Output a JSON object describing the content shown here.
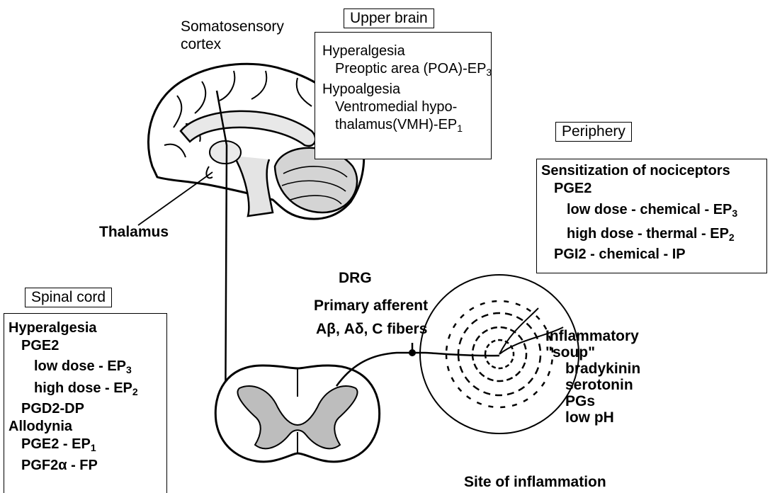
{
  "labels": {
    "somatosensory_line1": "Somatosensory",
    "somatosensory_line2": "cortex",
    "thalamus": "Thalamus",
    "drg": "DRG",
    "primary_afferent": "Primary afferent",
    "fibers": "Aβ, Aδ, C fibers",
    "site_of_inflammation": "Site of inflammation"
  },
  "upper_brain": {
    "header": "Upper brain",
    "hyperalgesia": "Hyperalgesia",
    "poa": "Preoptic area (POA)-EP",
    "poa_sub": "3",
    "hypoalgesia": "Hypoalgesia",
    "vmh1": "Ventromedial hypo-",
    "vmh2": "thalamus(VMH)-EP",
    "vmh2_sub": "1"
  },
  "periphery": {
    "header": "Periphery",
    "sensitization": "Sensitization of nociceptors",
    "pge2": "PGE2",
    "low_dose": "low dose  - chemical - EP",
    "low_dose_sub": "3",
    "high_dose": "high dose - thermal  - EP",
    "high_dose_sub": "2",
    "pgi2": "PGI2 - chemical - IP"
  },
  "spinal_cord": {
    "header": "Spinal cord",
    "hyperalgesia": "Hyperalgesia",
    "pge2": "PGE2",
    "low_dose": "low dose  - EP",
    "low_dose_sub": "3",
    "high_dose": "high dose - EP",
    "high_dose_sub": "2",
    "pgd2": "PGD2-DP",
    "allodynia": "Allodynia",
    "pge2_ep": "PGE2 - EP",
    "pge2_ep_sub": "1",
    "pgf2a": "PGF2α - FP"
  },
  "inflammatory": {
    "line1": "Inflammatory",
    "line2": "\"soup\"",
    "items": [
      "bradykinin",
      "serotonin",
      "PGs",
      "low pH"
    ]
  }
}
